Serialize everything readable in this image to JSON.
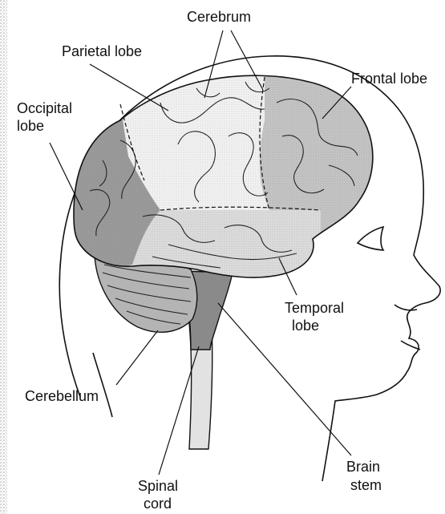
{
  "diagram": {
    "labels": {
      "cerebrum": "Cerebrum",
      "parietal_lobe": "Parietal lobe",
      "frontal_lobe": "Frontal lobe",
      "occipital_line1": "Occipital",
      "occipital_line2": "lobe",
      "temporal_line1": "Temporal",
      "temporal_line2": "lobe",
      "cerebellum": "Cerebellum",
      "brain_line1": "Brain",
      "brain_line2": "stem",
      "spinal_line1": "Spinal",
      "spinal_line2": "cord"
    },
    "colors": {
      "frontal": "#c4c4c4",
      "parietal": "#f2f2f2",
      "temporal": "#dcdcdc",
      "occipital": "#9a9a9a",
      "cerebellum": "#b4b4b4",
      "brainstem": "#8a8a8a",
      "spinal_cord": "#e2e2e2",
      "outline": "#111111",
      "border_stipple": "#bdbdbd"
    }
  }
}
